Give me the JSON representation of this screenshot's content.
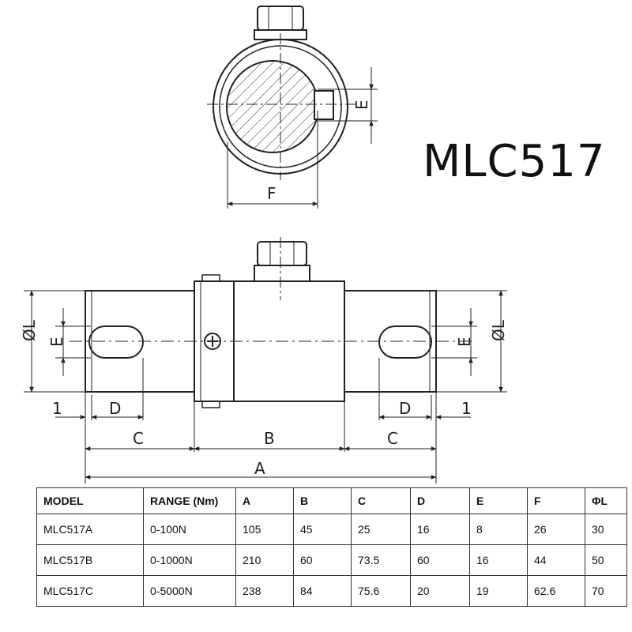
{
  "title": "MLC517",
  "dimension_labels": {
    "A": "A",
    "B": "B",
    "C": "C",
    "D": "D",
    "E": "E",
    "F": "F",
    "one": "1",
    "phiL": "ØL"
  },
  "table": {
    "headers": [
      "MODEL",
      "RANGE (Nm)",
      "A",
      "B",
      "C",
      "D",
      "E",
      "F",
      "ΦL"
    ],
    "rows": [
      [
        "MLC517A",
        "0-100N",
        "105",
        "45",
        "25",
        "16",
        "8",
        "26",
        "30"
      ],
      [
        "MLC517B",
        "0-1000N",
        "210",
        "60",
        "73.5",
        "60",
        "16",
        "44",
        "50"
      ],
      [
        "MLC517C",
        "0-5000N",
        "238",
        "84",
        "75.6",
        "20",
        "19",
        "62.6",
        "70"
      ]
    ]
  }
}
